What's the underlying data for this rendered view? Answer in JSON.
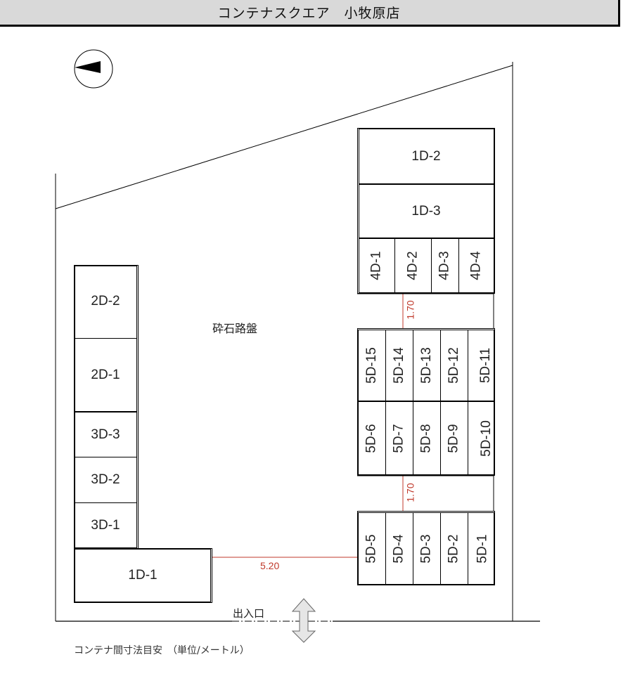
{
  "header": {
    "title": "コンテナスクエア　小牧原店"
  },
  "compass": {
    "icon": "north-arrow-icon",
    "direction": "west"
  },
  "ground": {
    "label": "砕石路盤"
  },
  "entrance": {
    "label": "出入口",
    "icon": "double-arrow-icon"
  },
  "dimensions": {
    "gap_4d_5d": "1.70",
    "gap_5d_rows": "1.70",
    "gap_1d1_5d": "5.20"
  },
  "footnote": "コンテナ間寸法目安　（単位/メートル）",
  "containers": {
    "left": {
      "2D-2": "2D-2",
      "2D-1": "2D-1",
      "3D-3": "3D-3",
      "3D-2": "3D-2",
      "3D-1": "3D-1",
      "1D-1": "1D-1"
    },
    "right_top": {
      "1D-2": "1D-2",
      "1D-3": "1D-3"
    },
    "row_4d": [
      "4D-1",
      "4D-2",
      "4D-3",
      "4D-4"
    ],
    "row_5d_upper": [
      "5D-15",
      "5D-14",
      "5D-13",
      "5D-12",
      "5D-11"
    ],
    "row_5d_middle": [
      "5D-6",
      "5D-7",
      "5D-8",
      "5D-9",
      "5D-10"
    ],
    "row_5d_lower": [
      "5D-5",
      "5D-4",
      "5D-3",
      "5D-2",
      "5D-1"
    ]
  },
  "colors": {
    "dimension": "#c0392b",
    "header_bg": "#d9d9d9",
    "arrow_fill": "#e6e6e6"
  }
}
